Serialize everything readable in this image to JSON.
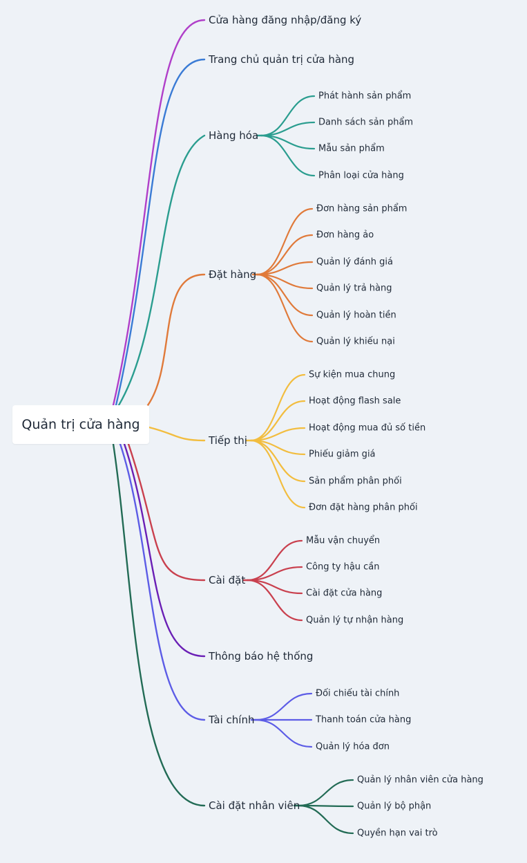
{
  "root": {
    "label": "Quản trị cửa hàng"
  },
  "branches": [
    {
      "label": "Cửa hàng đăng nhập/đăng ký",
      "color": "#b03fc9",
      "children": []
    },
    {
      "label": "Trang chủ quản trị cửa hàng",
      "color": "#3a7bd5",
      "children": []
    },
    {
      "label": "Hàng hóa",
      "color": "#2a9d8f",
      "children": [
        "Phát hành sản phẩm",
        "Danh sách sản phẩm",
        "Mẫu sản phẩm",
        "Phân loại cửa hàng"
      ]
    },
    {
      "label": "Đặt hàng",
      "color": "#e07a3a",
      "children": [
        "Đơn hàng sản phẩm",
        "Đơn hàng ảo",
        "Quản lý đánh giá",
        "Quản lý trả hàng",
        "Quản lý hoàn tiền",
        "Quản lý khiếu nại"
      ]
    },
    {
      "label": "Tiếp thị",
      "color": "#f2bd3f",
      "children": [
        "Sự kiện mua chung",
        "Hoạt động flash sale",
        "Hoạt động mua đủ số tiền",
        "Phiếu giảm giá",
        "Sản phẩm phân phối",
        "Đơn đặt hàng phân phối"
      ]
    },
    {
      "label": "Cài đặt",
      "color": "#c9404e",
      "children": [
        "Mẫu vận chuyển",
        "Công ty hậu cần",
        "Cài đặt cửa hàng",
        "Quản lý tự nhận hàng"
      ]
    },
    {
      "label": "Thông báo hệ thống",
      "color": "#6a1fb5",
      "children": []
    },
    {
      "label": "Tài chính",
      "color": "#5c5ce6",
      "children": [
        "Đối chiếu tài chính",
        "Thanh toán cửa hàng",
        "Quản lý hóa đơn"
      ]
    },
    {
      "label": "Cài đặt nhân viên",
      "color": "#226b55",
      "children": [
        "Quản lý nhân viên cửa hàng",
        "Quản lý bộ phận",
        "Quyền hạn vai trò"
      ]
    }
  ]
}
